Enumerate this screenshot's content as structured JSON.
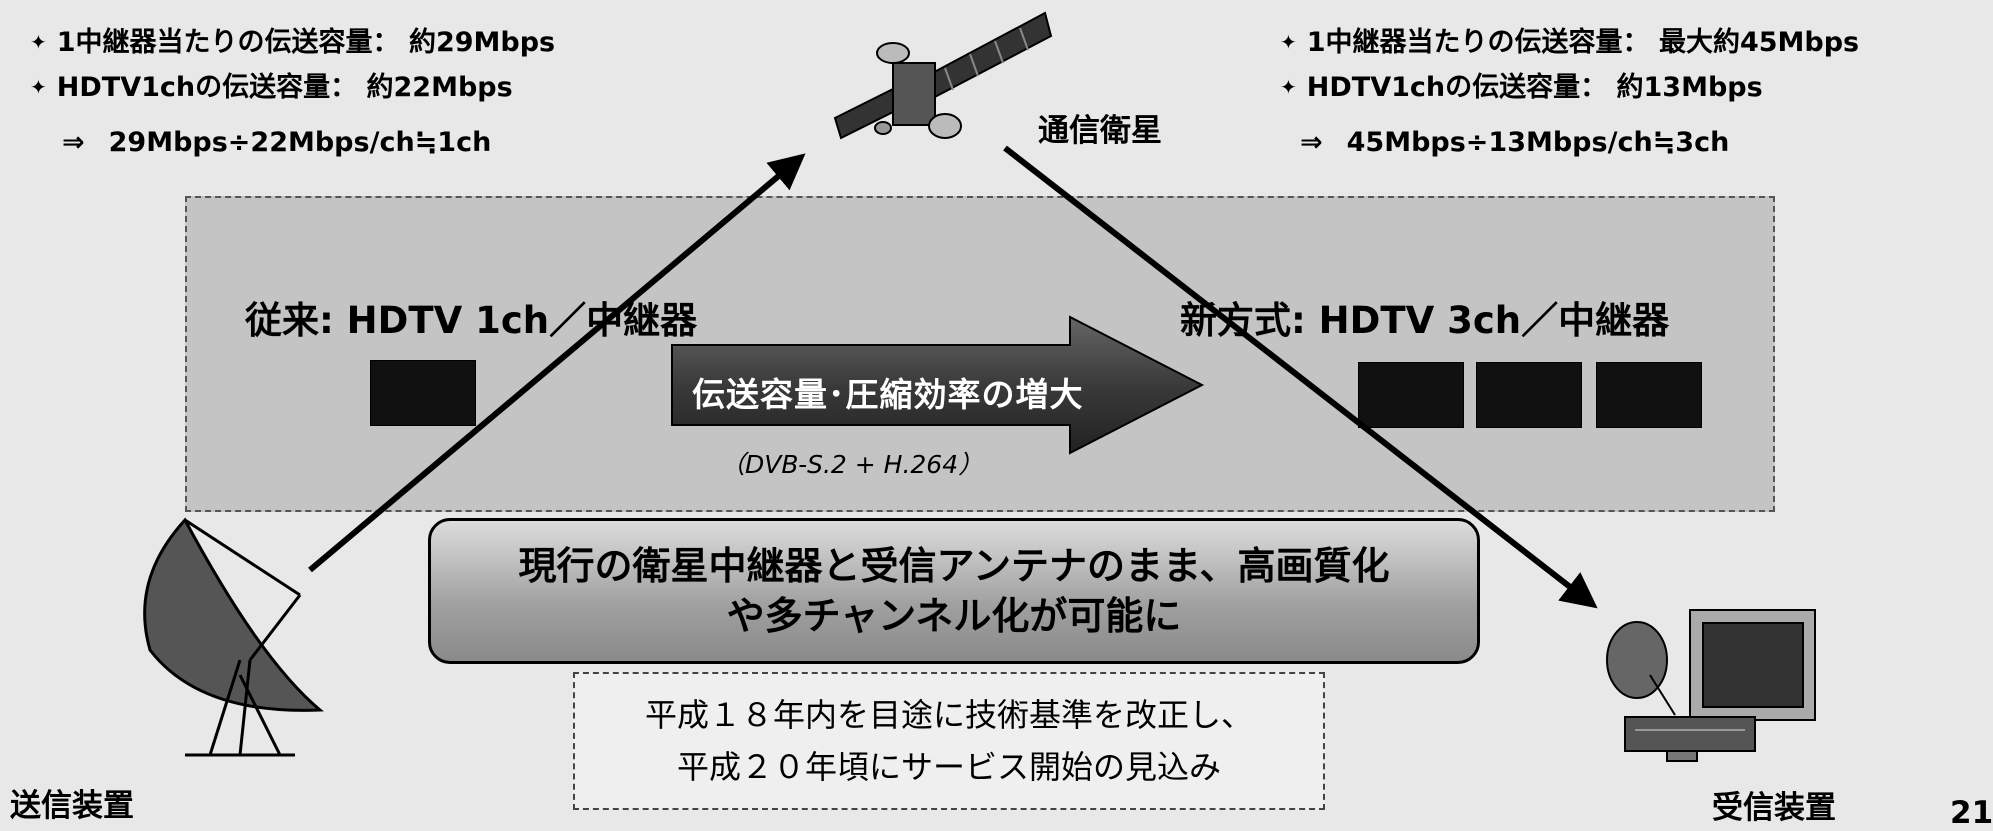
{
  "left_info": {
    "line1": "1中継器当たりの伝送容量： 約29Mbps",
    "line2": "HDTV1chの伝送容量： 約22Mbps",
    "calc_arrow": "⇒",
    "calc": "29Mbps÷22Mbps/ch≒1ch"
  },
  "right_info": {
    "line1": "1中継器当たりの伝送容量： 最大約45Mbps",
    "line2": "HDTV1chの伝送容量： 約13Mbps",
    "calc_arrow": "⇒",
    "calc": "45Mbps÷13Mbps/ch≒3ch"
  },
  "satellite_label": "通信衛星",
  "old_system": "従来: HDTV 1ch／中継器",
  "new_system": "新方式: HDTV 3ch／中継器",
  "arrow_label": "伝送容量･圧縮効率の増大",
  "codec_label": "（DVB-S.2 + H.264）",
  "main_message": {
    "line1": "現行の衛星中継器と受信アンテナのまま、高画質化",
    "line2": "や多チャンネル化が可能に"
  },
  "plan_note": {
    "line1": "平成１８年内を目途に技術基準を改正し、",
    "line2": "平成２０年頃にサービス開始の見込み"
  },
  "transmit_label": "送信装置",
  "receive_label": "受信装置",
  "page_number": "21",
  "bullet_icon": "diamond-arrow-bullet"
}
